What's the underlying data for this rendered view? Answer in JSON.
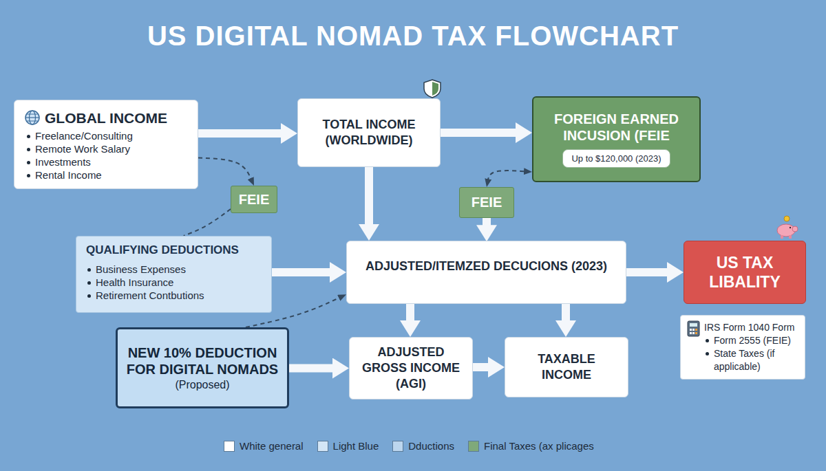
{
  "diagram": {
    "title": "US DIGITAL NOMAD TAX FLOWCHART",
    "nodes": [
      {
        "text": [
          "GLOBAL INCOME",
          "Freelance/Consulting",
          "Remote Work Salary",
          "Investments",
          "Rental Income"
        ]
      },
      {
        "text": [
          "TOTAL INCOME (WORLDWIDE)"
        ]
      },
      {
        "text": [
          "FOREIGN EARNED INCUSION (FEIE"
        ]
      },
      {
        "text": [
          "Up to $120,000 (2023)"
        ],
        "in": 2
      },
      {
        "text": [
          "FEIE"
        ]
      },
      {
        "text": [
          "FEIE"
        ]
      },
      {
        "text": [
          "QUALIFYING DEDUCTIONS",
          "Business Expenses",
          "Health Insurance",
          "Retirement Contbutions"
        ]
      },
      {
        "text": [
          "ADJUSTED/ITEMZED DECUCIONS (2023)"
        ]
      },
      {
        "text": [
          "US TAX LIBALITY"
        ]
      },
      {
        "text": [
          "IRS Form 1040 Form",
          "Form 2555 (FEIE)",
          "State Taxes (if applicable)"
        ]
      },
      {
        "text": [
          "NEW 10% DEDUCTION FOR DIGITAL NOMADS",
          "(Proposed)"
        ]
      },
      {
        "text": [
          "ADJUSTED GROSS INCOME (AGI)"
        ]
      },
      {
        "text": [
          "TAXABLE INCOME"
        ]
      }
    ],
    "edges": [
      {
        "from": 0,
        "to": 1,
        "arrow": "to"
      },
      {
        "from": 1,
        "to": 2,
        "arrow": "to"
      },
      {
        "from": 1,
        "to": 7,
        "arrow": "to"
      },
      {
        "from": 0,
        "to": 4,
        "arrow": "to"
      },
      {
        "from": 4,
        "to": 6,
        "arrow": "none"
      },
      {
        "from": 5,
        "to": 2,
        "arrow": "both"
      },
      {
        "from": 5,
        "to": 7,
        "arrow": "to"
      },
      {
        "from": 6,
        "to": 7,
        "arrow": "to"
      },
      {
        "from": 10,
        "to": 7,
        "arrow": "to"
      },
      {
        "from": 10,
        "to": 11,
        "arrow": "to"
      },
      {
        "from": 7,
        "to": 11,
        "arrow": "to"
      },
      {
        "from": 7,
        "to": 12,
        "arrow": "to"
      },
      {
        "from": 11,
        "to": 12,
        "arrow": "to"
      },
      {
        "from": 7,
        "to": 8,
        "arrow": "to"
      }
    ],
    "legend": [
      {
        "text": "White general",
        "color": "#ffffff"
      },
      {
        "text": "Light Blue",
        "color": "#d4e6f6"
      },
      {
        "text": "Dductions",
        "color": "#bcd6ee"
      },
      {
        "text": "Final Taxes (ax plicages",
        "color": "#7fa97a"
      }
    ]
  }
}
